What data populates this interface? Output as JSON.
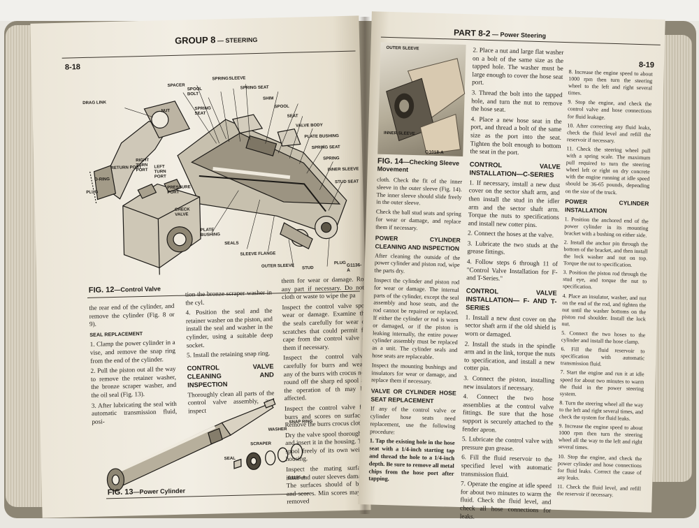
{
  "left_page": {
    "header_group": "GROUP 8",
    "header_section": "STEERING",
    "page_number": "8-18",
    "fig12": {
      "caption_prefix": "FIG. 12",
      "caption_title": "Control Valve",
      "labels": [
        "DRAG LINK",
        "SPACER",
        "SPOOL BOLT",
        "SPRING",
        "SLEEVE",
        "SPRING SEAT",
        "SHIM",
        "SPOOL",
        "NUT",
        "SPRING SEAT",
        "SEAT",
        "VALVE BODY",
        "PLATE BUSHING",
        "SPRING SEAT",
        "SPRING",
        "INNER SLEEVE",
        "STUD SEAT",
        "RETURN PORT",
        "RIGHT TURN PORT",
        "LEFT TURN PORT",
        "O-RING",
        "PRESSURE PORT",
        "PLUG",
        "CHECK VALVE",
        "PLATE BUSHING",
        "SEALS",
        "SLEEVE FLANGE",
        "OUTER SLEEVE",
        "STUD",
        "PLUG"
      ],
      "id": "G1136-A"
    },
    "col1": {
      "intro": "the rear end of the cylinder, and remove the cylinder (Fig. 8 or 9).",
      "seal_heading": "SEAL REPLACEMENT",
      "steps": [
        "1. Clamp the power cylinder in a vise, and remove the snap ring from the end of the cylinder.",
        "2. Pull the piston out all the way to remove the retainer washer, the bronze scraper washer, and the oil seal (Fig. 13).",
        "3. After lubricating the seal with automatic transmission fluid, posi-"
      ]
    },
    "col2": {
      "intro": "tion the bronze scraper washer in the cyl.",
      "steps": [
        "4. Position the seal and the retainer washer on the piston, and install the seal and washer in the cylinder, using a suitable deep socket.",
        "5. Install the retaining snap ring."
      ],
      "cv_heading": "CONTROL VALVE CLEANING AND INSPECTION",
      "cv_text": "Thoroughly clean all parts of the control valve assembly, and inspect"
    },
    "col3": {
      "p1": "them for wear or damage. Ro any part if necessary. Do not cloth or waste to wipe the pa",
      "p2": "Inspect the control valve spo wear or damage. Examine th the seals carefully for wear o scratches that could permit fl cape from the control valve a them if necessary.",
      "p3": "Inspect the control valve carefully for burrs and wear. any of the burrs with crocus not round off the sharp ed spool as the operation of th may be affected.",
      "p4": "Inspect the control valve for burrs and scores on surfaces. Remove the burrs crocus cloth.",
      "p5": "Dry the valve spool thoroughly, and insert it in the housing. The spool freely of its own weight housing.",
      "p6": "Inspect the mating surfaces inner and outer sleeves damage. The surfaces should of burrs and scores. Min scores may be removed"
    },
    "fig13": {
      "caption_prefix": "FIG. 13",
      "caption_title": "Power Cylinder",
      "labels": [
        "SNAP RING",
        "WASHER",
        "SCRAPER",
        "SEAL"
      ],
      "id": "G1135-A"
    }
  },
  "right_page": {
    "header_part": "PART 8-2",
    "header_section": "Power Steering",
    "page_number": "8-19",
    "fig14": {
      "labels": [
        "OUTER SLEEVE",
        "INNER SLEEVE"
      ],
      "id": "G1018-A",
      "caption_prefix": "FIG. 14",
      "caption_title": "Checking Sleeve Movement"
    },
    "col1": {
      "p1": "cloth. Check the fit of the inner sleeve in the outer sleeve (Fig. 14). The inner sleeve should slide freely in the outer sleeve.",
      "p2": "Check the ball stud seats and spring for wear or damage, and replace them if necessary.",
      "pc_heading": "POWER CYLINDER CLEANING AND INSPECTION",
      "p3": "After cleaning the outside of the power cylinder and piston rod, wipe the parts dry.",
      "p4": "Inspect the cylinder and piston rod for wear or damage. The internal parts of the cylinder, except the seal assembly and hose seats, and the rod cannot be repaired or replaced. If either the cylinder or rod is worn or damaged, or if the piston is leaking internally, the entire power cylinder assembly must be replaced as a unit. The cylinder seals and hose seats are replaceable.",
      "p5": "Inspect the mounting bushings and insulators for wear or damage, and replace them if necessary.",
      "vh_heading": "VALVE OR CYLINDER HOSE SEAT REPLACEMENT",
      "p6": "If any of the control valve or cylinder hose seats need replacement, use the following procedure:",
      "p7": "1. Tap the existing hole in the hose seat with a 1/4-inch starting tap and thread the hole to a 1/4-inch depth. Be sure to remove all metal chips from the hose port after tapping."
    },
    "col2": {
      "steps_top": [
        "2. Place a nut and large flat washer on a bolt of the same size as the tapped hole. The washer must be large enough to cover the hose seat port.",
        "3. Thread the bolt into the tapped hole, and turn the nut to remove the hose seat.",
        "4. Place a new hose seat in the port, and thread a bolt of the same size as the port into the seat. Tighten the bolt enough to bottom the seat in the port."
      ],
      "cv_c_heading": "CONTROL VALVE INSTALLATION—C-SERIES",
      "cv_c_steps": [
        "1. If necessary, install a new dust cover on the sector shaft arm, and then install the stud in the idler arm and the sector shaft arm. Torque the nuts to specifications and install new cotter pins.",
        "2. Connect the hoses at the valve.",
        "3. Lubricate the two studs at the grease fittings.",
        "4. Follow steps 6 through 11 of \"Control Valve Installation for F- and T-Series.\""
      ],
      "cv_ft_heading": "CONTROL VALVE INSTALLATION— F- AND T-SERIES",
      "cv_ft_steps": [
        "1. Install a new dust cover on the sector shaft arm if the old shield is worn or damaged.",
        "2. Install the studs in the spindle arm and in the link, torque the nuts to specification, and install a new cotter pin.",
        "3. Connect the piston, installing new insulators if necessary.",
        "4. Connect the two hose assemblies at the control valve fittings. Be sure that the hose support is securely attached to the fender apron.",
        "5. Lubricate the control valve with pressure gun grease.",
        "6. Fill the fluid reservoir to the specified level with automatic transmission fluid.",
        "7. Operate the engine at idle speed for about two minutes to warm the fluid. Check the fluid level, and check all hose connections for leaks."
      ]
    },
    "col3": {
      "steps_top": [
        "8. Increase the engine speed to about 1000 rpm then turn the steering wheel to the left and right several times.",
        "9. Stop the engine, and check the control valve and hose connections for fluid leakage.",
        "10. After correcting any fluid leaks, check the fluid level and refill the reservoir if necessary.",
        "11. Check the steering wheel pull with a spring scale. The maximum pull required to turn the steering wheel left or right on dry concrete with the engine running at idle speed should be 36-65 pounds, depending on the size of the truck."
      ],
      "pci_heading": "POWER CYLINDER INSTALLATION",
      "pci_steps": [
        "1. Position the anchored end of the power cylinder in its mounting bracket with a bushing on either side.",
        "2. Install the anchor pin through the bottom of the bracket, and then install the lock washer and nut on top. Torque the nut to specification.",
        "3. Position the piston rod through the stud eye, and torque the nut to specification.",
        "4. Place an insulator, washer, and nut on the end of the rod, and tighten the nut until the washer bottoms on the piston rod shoulder. Install the lock nut.",
        "5. Connect the two hoses to the cylinder and install the hose clamp.",
        "6. Fill the fluid reservoir to specification with automatic transmission fluid.",
        "7. Start the engine and run it at idle speed for about two minutes to warm the fluid in the power steering system.",
        "8. Turn the steering wheel all the way to the left and right several times, and check the system for fluid leaks.",
        "9. Increase the engine speed to about 1000 rpm then turn the steering wheel all the way to the left and right several times.",
        "10. Stop the engine, and check the power cylinder and hose connections for fluid leaks. Correct the cause of any leaks.",
        "11. Check the fluid level, and refill the reservoir if necessary."
      ]
    }
  }
}
